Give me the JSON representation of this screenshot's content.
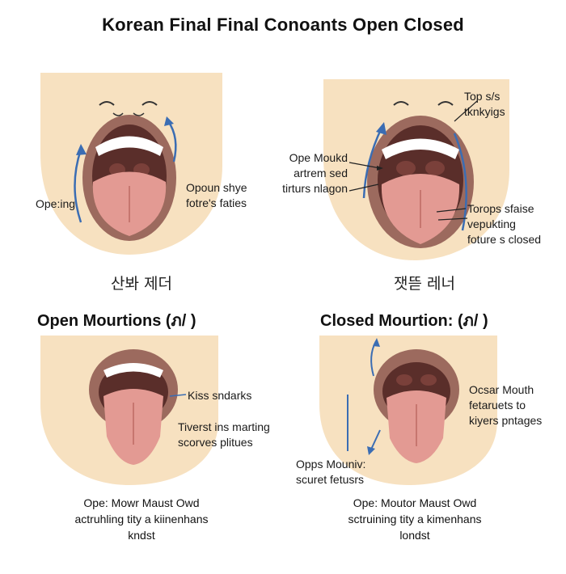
{
  "title": "Korean Final Final Conoants Open Closed",
  "panels": [
    {
      "labels": {
        "left": "Ope:ing",
        "right": "Opoun shye\nfotre's faties"
      },
      "korean": "산봐 제더"
    },
    {
      "labels": {
        "top_right": "Top s/s\ntknkyigs",
        "left": "Ope Moukd\nartrem sed\ntirturs nlagon",
        "right": "Torops sfaise\nvepukting\nfoture s closed"
      },
      "korean": "잿뜯 레너"
    },
    {
      "heading": "Open Mourtions (ภ/ )",
      "labels": {
        "right_top": "Kiss sndarks",
        "right_bottom": "Tiverst ins marting\nscorves plitues"
      },
      "caption": "Ope: Mowr Maust Owd\nactruhling tity a kiinenhans\nkndst"
    },
    {
      "heading": "Closed Mourtion: (ภ/ )",
      "labels": {
        "right": "Ocsar Mouth\nfetaruets to\nkiyers pntages",
        "bottom_left": "Opps Mouniv:\nscuret fetusrs"
      },
      "caption": "Ope: Moutor Maust Owd\nsctruining tity a kimenhans\nlondst"
    }
  ],
  "colors": {
    "skin": "#f7e1c0",
    "lips": "#9c6a5e",
    "mouth_interior": "#5a2e2a",
    "tongue": "#e39a93",
    "teeth": "#ffffff",
    "arrow": "#3b6db3"
  }
}
